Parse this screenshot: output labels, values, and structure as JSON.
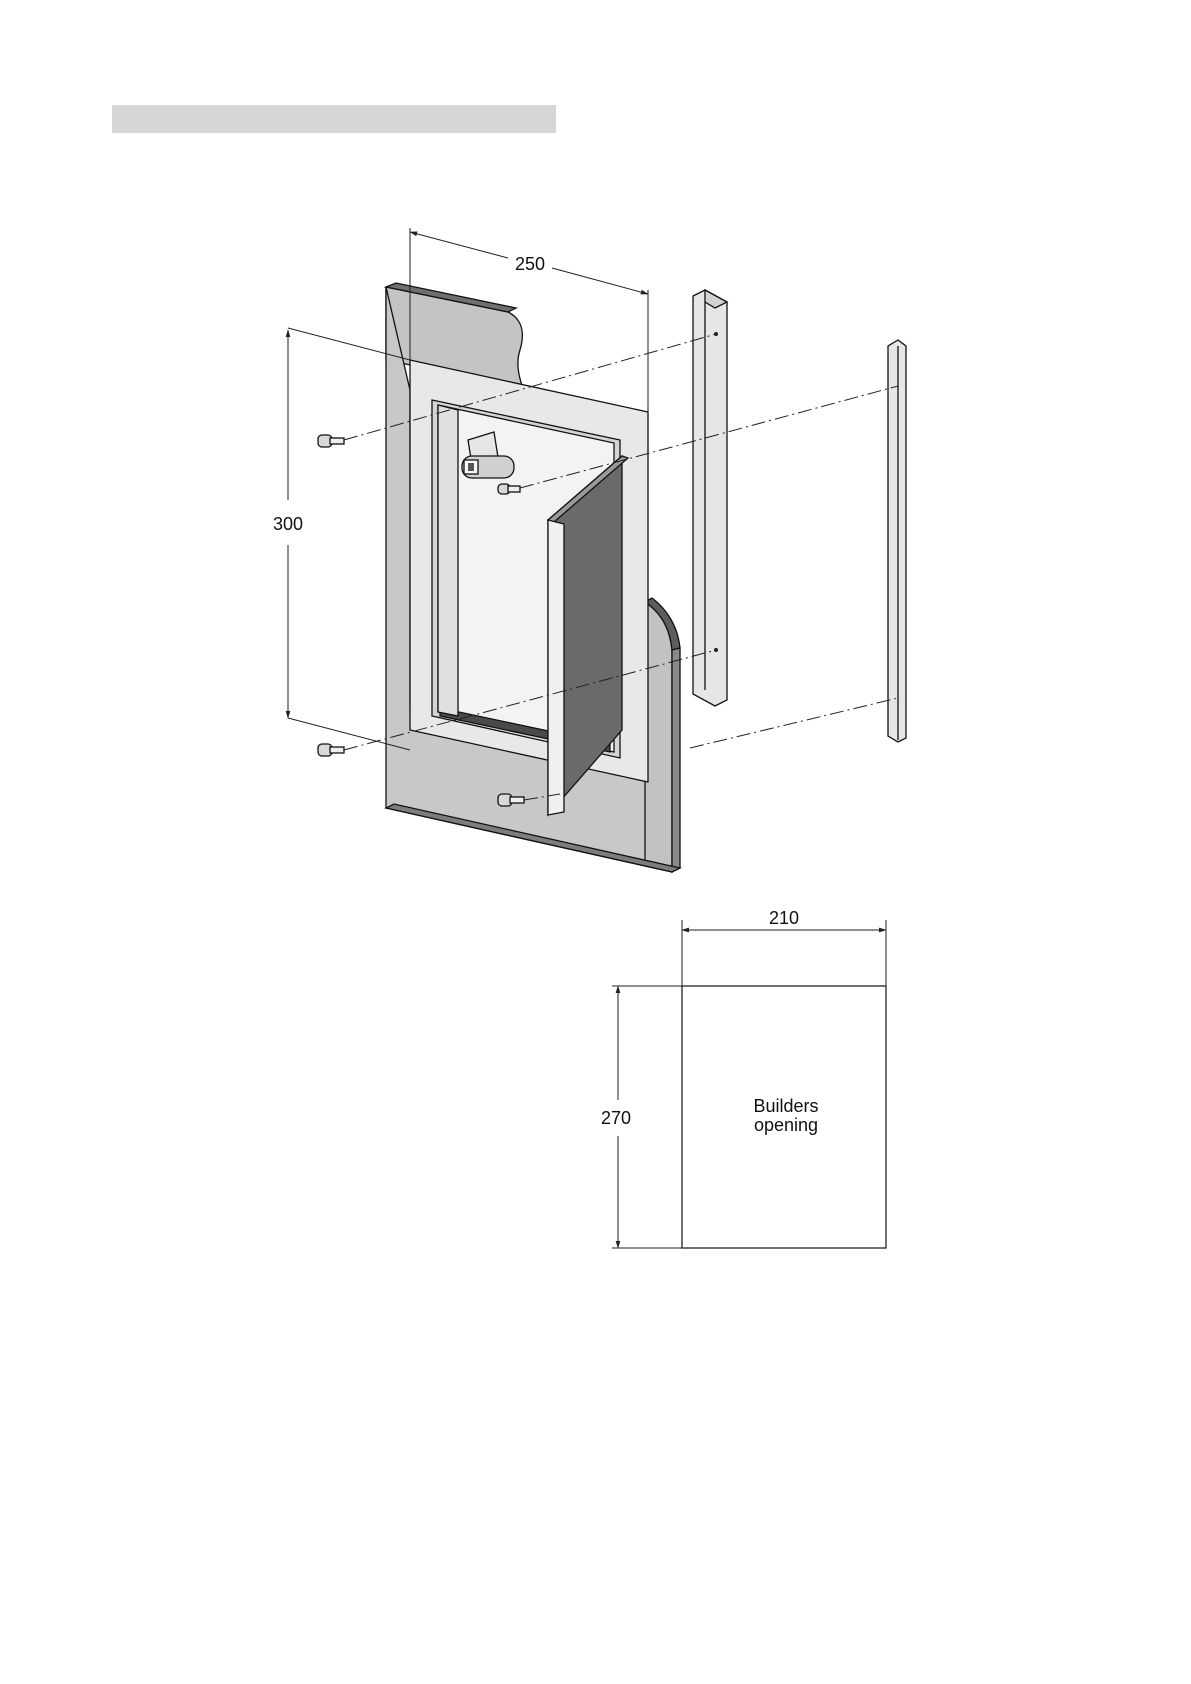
{
  "header": {
    "title": ""
  },
  "dimensions": {
    "frame_width": "250",
    "frame_height": "300",
    "opening_width": "210",
    "opening_height": "270"
  },
  "labels": {
    "builders_opening_line1": "Builders",
    "builders_opening_line2": "opening"
  },
  "colors": {
    "panel": "#bdbdbd",
    "panel_dark": "#7a7a7a",
    "door_face": "#6e6e6e",
    "frame_light": "#e9e9e9",
    "header_bar": "#d6d6d6"
  }
}
